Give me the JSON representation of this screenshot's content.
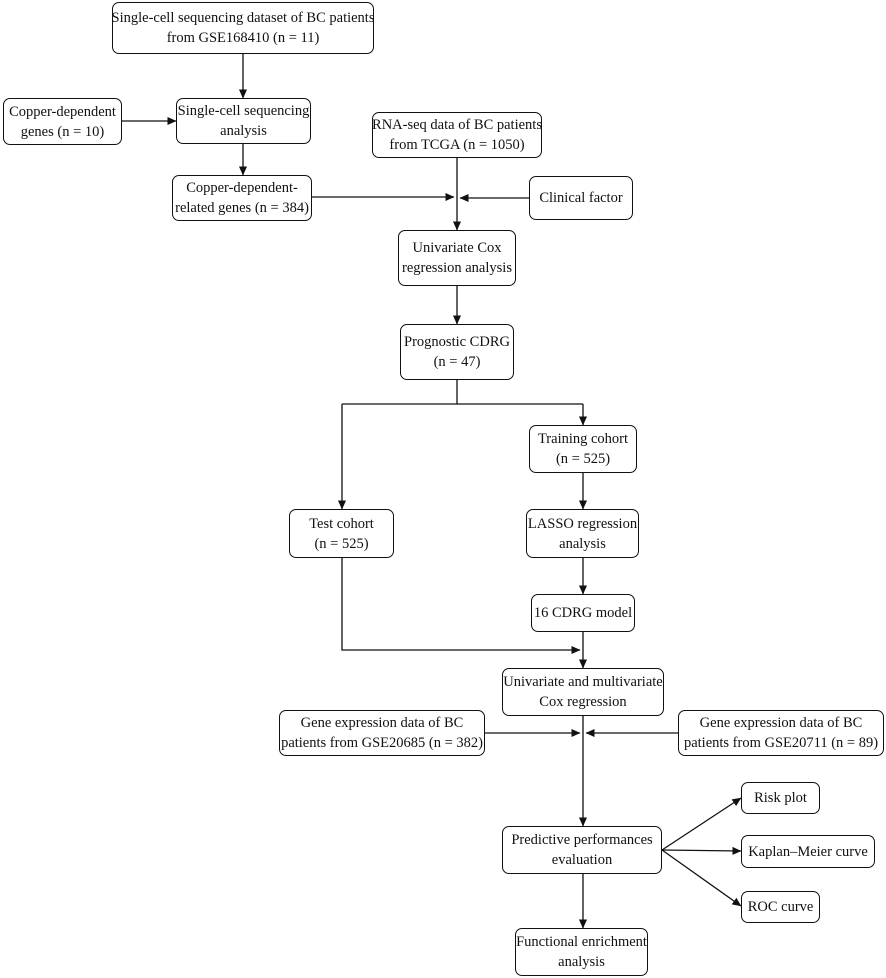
{
  "flowchart": {
    "nodes": {
      "scseq": [
        "Single-cell sequencing dataset of BC patients",
        "from GSE168410 (n = 11)"
      ],
      "copper": [
        "Copper-dependent",
        "genes (n = 10)"
      ],
      "scanalysis": [
        "Single-cell sequencing",
        "analysis"
      ],
      "rnaseq": [
        "RNA-seq data of BC patients",
        "from TCGA (n = 1050)"
      ],
      "cdrg_genes": [
        "Copper-dependent-",
        "related genes (n = 384)"
      ],
      "clinical": [
        "Clinical factor"
      ],
      "unicox": [
        "Univariate Cox",
        "regression analysis"
      ],
      "prognostic": [
        "Prognostic CDRG",
        "(n = 47)"
      ],
      "training": [
        "Training cohort",
        "(n = 525)"
      ],
      "test": [
        "Test cohort",
        "(n = 525)"
      ],
      "lasso": [
        "LASSO regression",
        "analysis"
      ],
      "model": [
        "16 CDRG model"
      ],
      "multicox": [
        "Univariate and multivariate",
        "Cox regression"
      ],
      "gse20685": [
        "Gene expression data of BC",
        "patients from GSE20685 (n = 382)"
      ],
      "gse20711": [
        "Gene expression data of BC",
        "patients from GSE20711 (n = 89)"
      ],
      "predictive": [
        "Predictive performances",
        "evaluation"
      ],
      "riskplot": [
        "Risk plot"
      ],
      "km": [
        "Kaplan–Meier curve"
      ],
      "roc": [
        "ROC curve"
      ],
      "enrichment": [
        "Functional enrichment",
        "analysis"
      ]
    }
  }
}
